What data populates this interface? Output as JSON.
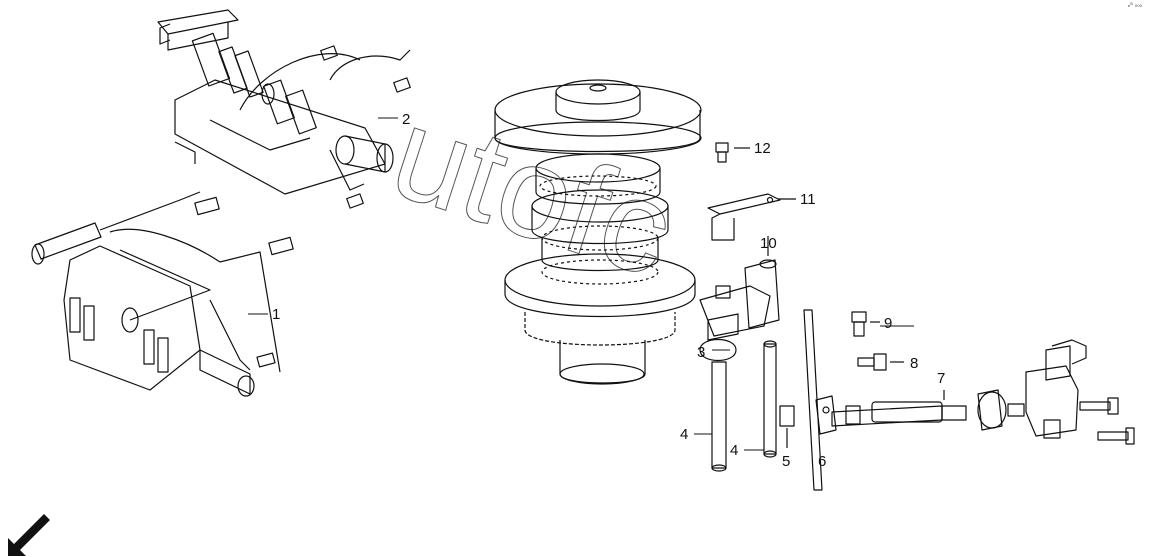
{
  "diagram": {
    "corner_mark": "ₑᴮ ₀₀₀",
    "watermark": "utofc",
    "callouts": [
      {
        "id": "1",
        "label": "1"
      },
      {
        "id": "2",
        "label": "2"
      },
      {
        "id": "3",
        "label": "3"
      },
      {
        "id": "4a",
        "label": "4"
      },
      {
        "id": "4b",
        "label": "4"
      },
      {
        "id": "5",
        "label": "5"
      },
      {
        "id": "6",
        "label": "6"
      },
      {
        "id": "7",
        "label": "7"
      },
      {
        "id": "8",
        "label": "8"
      },
      {
        "id": "9",
        "label": "9"
      },
      {
        "id": "10",
        "label": "10"
      },
      {
        "id": "11",
        "label": "11"
      },
      {
        "id": "12",
        "label": "12"
      }
    ],
    "front_arrow_icon": "arrow-down-left-icon"
  }
}
